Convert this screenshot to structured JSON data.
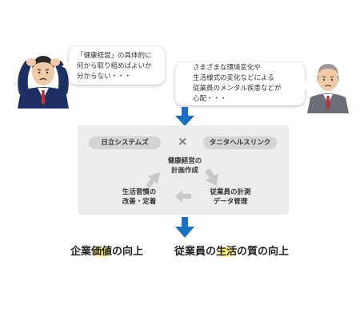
{
  "bubbles": {
    "left": {
      "lines": [
        "「健康経営」の具体的に",
        "何から取り組めばよいか",
        "分からない・・・"
      ]
    },
    "right": {
      "lines": [
        "さまざまな環境変化や",
        "生活様式の変化などによる",
        "従業員のメンタル疾患などが",
        "心配・・・"
      ]
    }
  },
  "collaboration": {
    "left_company": "日立システムズ",
    "times_symbol": "×",
    "right_company": "タニタヘルスリンク"
  },
  "cycle": {
    "top": [
      "健康経営の",
      "計画作成"
    ],
    "right": [
      "従業員の計測",
      "データ管理"
    ],
    "left": [
      "生活習慣の",
      "改善・定着"
    ]
  },
  "results": {
    "left": {
      "before": "企業",
      "highlight": "価値",
      "after": "の向上"
    },
    "right": {
      "before": "従業員の",
      "highlight": "生活",
      "after": "の質の向上"
    }
  },
  "colors": {
    "arrow_blue": "#1a6fc6",
    "cycle_arrow_gray": "#c8c8c8",
    "panel_gray": "#ededed",
    "pill_gray": "#d4d4d4",
    "highlight_yellow": "#fff03c",
    "suit_navy": "#1e2f63",
    "tie_red": "#b8323c"
  }
}
